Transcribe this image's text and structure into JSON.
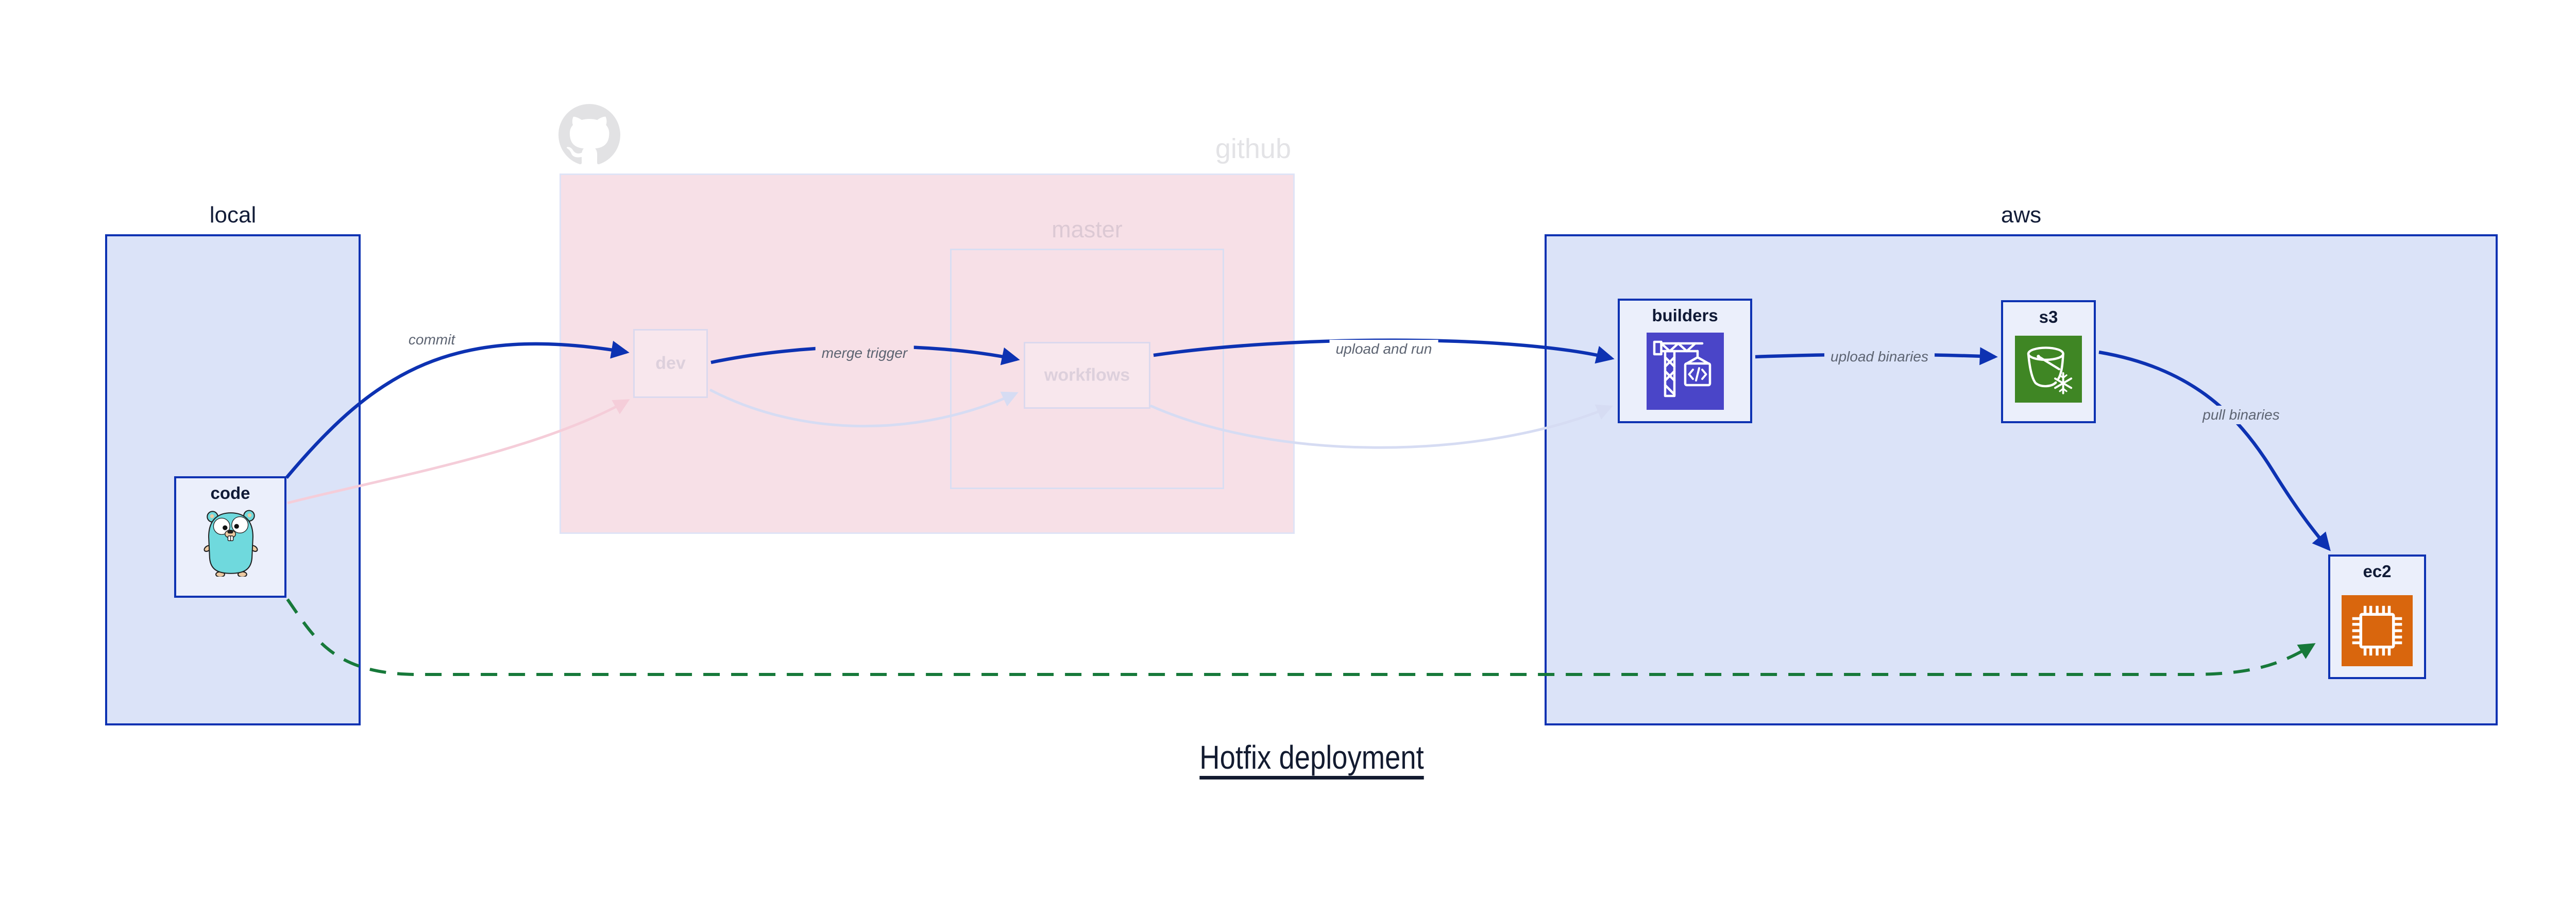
{
  "diagram": {
    "title": "Hotfix deployment",
    "containers": {
      "local": {
        "label": "local"
      },
      "github": {
        "label": "github",
        "logo_icon": "github-octocat-icon",
        "master": {
          "label": "master"
        }
      },
      "aws": {
        "label": "aws"
      }
    },
    "nodes": {
      "code": {
        "label": "code",
        "icon": "go-gopher-icon"
      },
      "dev": {
        "label": "dev"
      },
      "workflows": {
        "label": "workflows"
      },
      "builders": {
        "label": "builders",
        "icon": "aws-codebuild-crane-icon",
        "icon_color": "#4a45c8"
      },
      "s3": {
        "label": "s3",
        "icon": "aws-s3-glacier-bucket-icon",
        "icon_color": "#3f8624"
      },
      "ec2": {
        "label": "ec2",
        "icon": "aws-ec2-chip-icon",
        "icon_color": "#d9660d"
      }
    },
    "edges": {
      "commit": {
        "label": "commit",
        "from": "code",
        "to": "dev",
        "style": "solid-blue"
      },
      "merge_trigger": {
        "label": "merge trigger",
        "from": "dev",
        "to": "workflows",
        "style": "solid-blue"
      },
      "upload_and_run": {
        "label": "upload and run",
        "from": "workflows",
        "to": "builders",
        "style": "solid-blue"
      },
      "upload_binaries": {
        "label": "upload binaries",
        "from": "builders",
        "to": "s3",
        "style": "solid-blue"
      },
      "pull_binaries": {
        "label": "pull binaries",
        "from": "s3",
        "to": "ec2",
        "style": "solid-blue"
      },
      "hotfix_direct": {
        "from": "code",
        "to": "ec2",
        "style": "dashed-green"
      },
      "code_to_dev_faded": {
        "from": "code",
        "to": "dev",
        "style": "faded-pink"
      },
      "dev_to_workflows_faded": {
        "from": "dev",
        "to": "workflows",
        "style": "faded-lavender"
      },
      "workflows_to_builders_faded": {
        "from": "workflows",
        "to": "builders",
        "style": "faded-lavender"
      }
    },
    "colors": {
      "accent_blue": "#0d32b2",
      "container_fill": "#dbe3f8",
      "node_fill": "#ebeffb",
      "github_fill": "#f7e0e7",
      "faded_pink": "#f5cdd9",
      "faded_lavender": "#d6dcf3",
      "green_dashed": "#17793a",
      "edge_label_gray": "#5d6472"
    }
  }
}
